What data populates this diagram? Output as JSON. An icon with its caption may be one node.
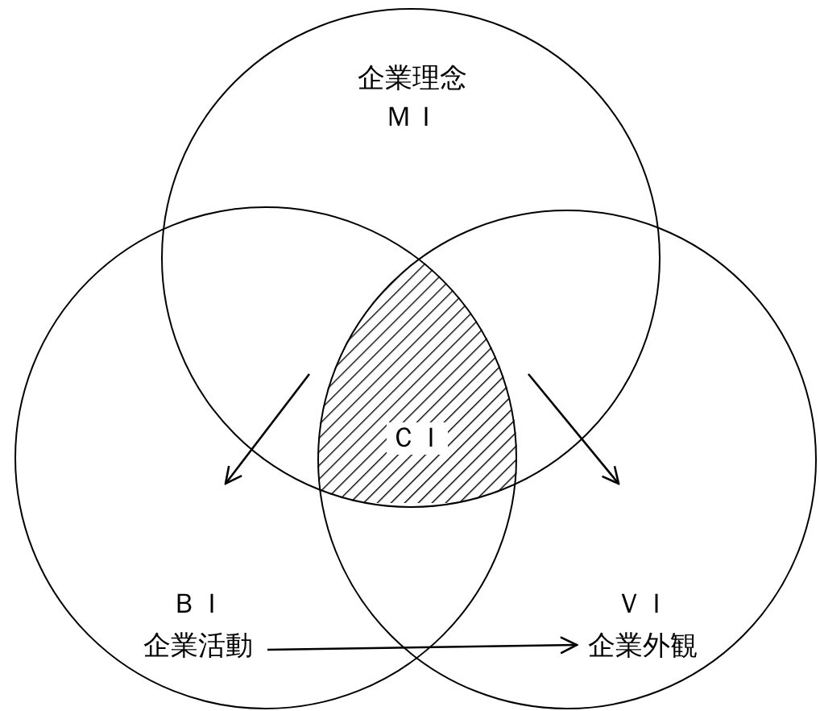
{
  "diagram": {
    "nodes": [
      {
        "text": [
          "企業理念",
          "ＭＩ"
        ]
      },
      {
        "text": [
          "ＢＩ",
          "企業活動"
        ]
      },
      {
        "text": [
          "ＶＩ",
          "企業外観"
        ]
      },
      {
        "text": [
          "ＣＩ"
        ]
      }
    ],
    "edges": [
      {
        "from": 0,
        "to": 1,
        "arrow": "to"
      },
      {
        "from": 0,
        "to": 2,
        "arrow": "to"
      },
      {
        "from": 1,
        "to": 2,
        "arrow": "to"
      }
    ]
  }
}
